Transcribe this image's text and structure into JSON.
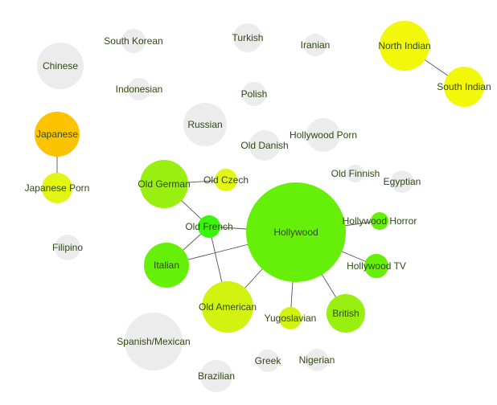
{
  "palette": {
    "grey": "#ececec",
    "orange": "#fcc400",
    "yellow": "#f3f70a",
    "lightyellow": "#e2f514",
    "olive": "#d2f20f",
    "yellowgreen": "#b0f014",
    "lime": "#99ef10",
    "green": "#66ef08",
    "brightgreen": "#3af60a",
    "label": "#2f4a12",
    "edge": "#555555"
  },
  "nodes": [
    {
      "id": "chinese",
      "label": "Chinese",
      "color": "grey"
    },
    {
      "id": "south-korean",
      "label": "South Korean",
      "color": "grey"
    },
    {
      "id": "turkish",
      "label": "Turkish",
      "color": "grey"
    },
    {
      "id": "iranian",
      "label": "Iranian",
      "color": "grey"
    },
    {
      "id": "north-indian",
      "label": "North Indian",
      "color": "yellow"
    },
    {
      "id": "south-indian",
      "label": "South Indian",
      "color": "yellow"
    },
    {
      "id": "indonesian",
      "label": "Indonesian",
      "color": "grey"
    },
    {
      "id": "polish",
      "label": "Polish",
      "color": "grey"
    },
    {
      "id": "japanese",
      "label": "Japanese",
      "color": "orange"
    },
    {
      "id": "russian",
      "label": "Russian",
      "color": "grey"
    },
    {
      "id": "hollywood-porn",
      "label": "Hollywood Porn",
      "color": "grey"
    },
    {
      "id": "old-danish",
      "label": "Old Danish",
      "color": "grey"
    },
    {
      "id": "old-finnish",
      "label": "Old Finnish",
      "color": "grey"
    },
    {
      "id": "egyptian",
      "label": "Egyptian",
      "color": "grey"
    },
    {
      "id": "old-german",
      "label": "Old German",
      "color": "lime"
    },
    {
      "id": "old-czech",
      "label": "Old Czech",
      "color": "lightyellow"
    },
    {
      "id": "japanese-porn",
      "label": "Japanese Porn",
      "color": "lightyellow"
    },
    {
      "id": "hollywood",
      "label": "Hollywood",
      "color": "green"
    },
    {
      "id": "old-french",
      "label": "Old French",
      "color": "brightgreen"
    },
    {
      "id": "hollywood-horror",
      "label": "Hollywood Horror",
      "color": "green"
    },
    {
      "id": "filipino",
      "label": "Filipino",
      "color": "grey"
    },
    {
      "id": "italian",
      "label": "Italian",
      "color": "green"
    },
    {
      "id": "hollywood-tv",
      "label": "Hollywood TV",
      "color": "green"
    },
    {
      "id": "old-american",
      "label": "Old American",
      "color": "olive"
    },
    {
      "id": "yugoslavian",
      "label": "Yugoslavian",
      "color": "olive"
    },
    {
      "id": "british",
      "label": "British",
      "color": "lime"
    },
    {
      "id": "spanish-mexican",
      "label": "Spanish/Mexican",
      "color": "grey"
    },
    {
      "id": "greek",
      "label": "Greek",
      "color": "grey"
    },
    {
      "id": "nigerian",
      "label": "Nigerian",
      "color": "grey"
    },
    {
      "id": "brazilian",
      "label": "Brazilian",
      "color": "grey"
    }
  ],
  "edges": [
    [
      "north-indian",
      "south-indian"
    ],
    [
      "japanese",
      "japanese-porn"
    ],
    [
      "old-german",
      "old-czech"
    ],
    [
      "old-german",
      "old-french"
    ],
    [
      "old-french",
      "hollywood"
    ],
    [
      "old-french",
      "italian"
    ],
    [
      "old-french",
      "old-american"
    ],
    [
      "italian",
      "hollywood"
    ],
    [
      "hollywood",
      "hollywood-horror"
    ],
    [
      "hollywood",
      "hollywood-tv"
    ],
    [
      "hollywood",
      "old-american"
    ],
    [
      "hollywood",
      "yugoslavian"
    ],
    [
      "hollywood",
      "british"
    ]
  ]
}
